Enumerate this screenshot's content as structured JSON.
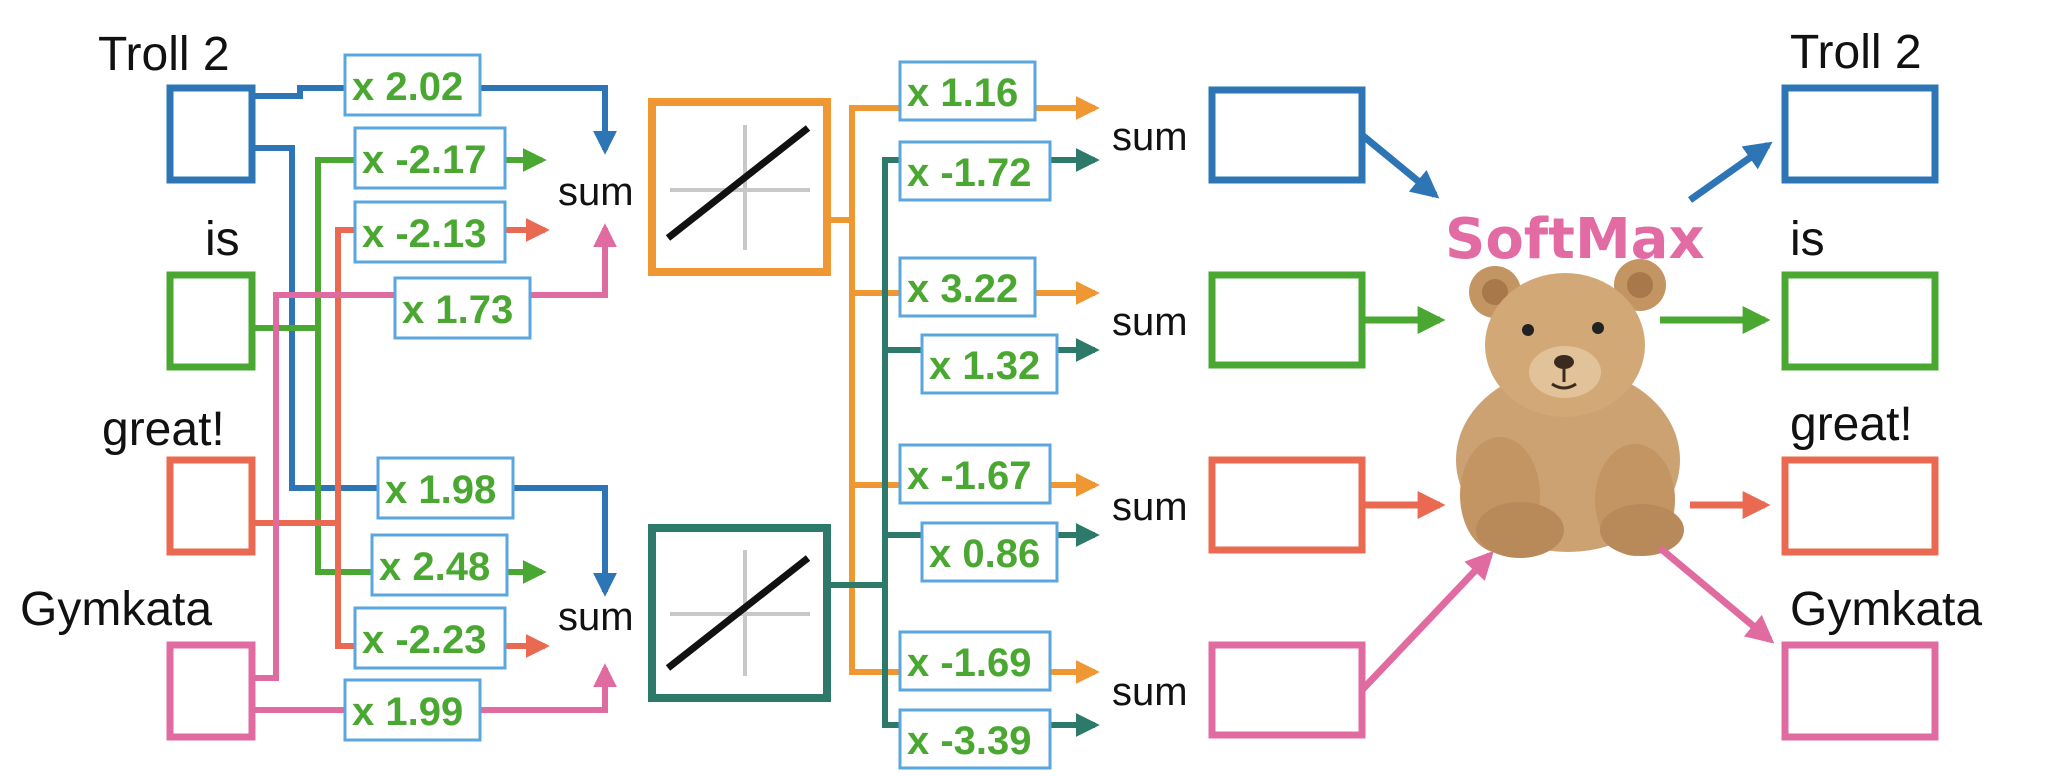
{
  "colors": {
    "blue": "#2e75b6",
    "green": "#4aa832",
    "red": "#ea6a51",
    "pink": "#e06ba0",
    "orange": "#ef9733",
    "teal": "#2d7a6b",
    "weight_text": "#4aa832",
    "softmax": "#e36ba3"
  },
  "input_words": [
    "Troll 2",
    "is",
    "great!",
    "Gymkata"
  ],
  "output_words": [
    "Troll 2",
    "is",
    "great!",
    "Gymkata"
  ],
  "input_weights": [
    "x 2.02",
    "x -2.17",
    "x -2.13",
    "x 1.73",
    "x 1.98",
    "x 2.48",
    "x -2.23",
    "x 1.99"
  ],
  "sum_label": "sum",
  "output_weights": [
    "x 1.16",
    "x -1.72",
    "x 3.22",
    "x 1.32",
    "x -1.67",
    "x 0.86",
    "x -1.69",
    "x -3.39"
  ],
  "softmax_label": "SoftMax",
  "activation_icon": "identity-activation-graph",
  "teddy_icon": "teddy-bear-icon"
}
